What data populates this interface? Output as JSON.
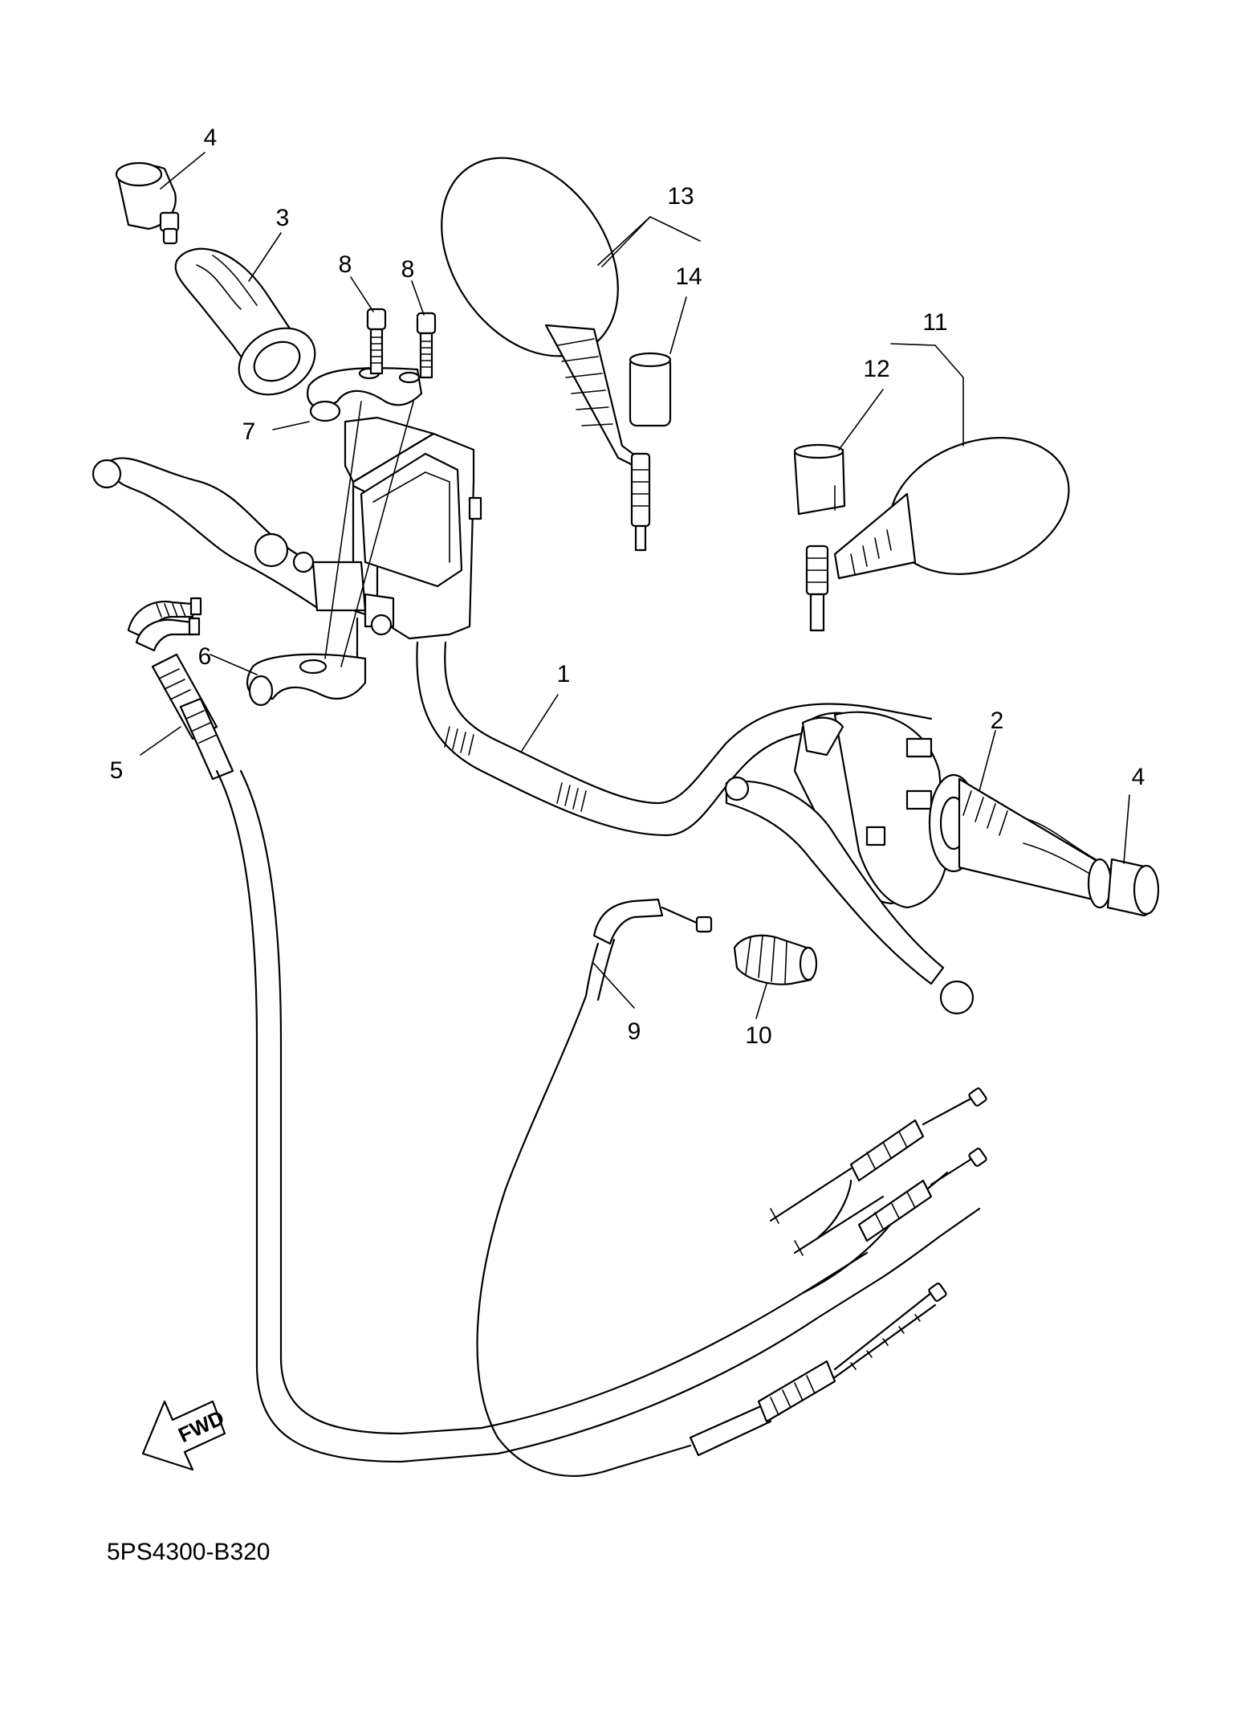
{
  "diagram_code": "5PS4300-B320",
  "fwd_label": "FWD",
  "callouts": [
    {
      "id": "c1",
      "text": "1"
    },
    {
      "id": "c2",
      "text": "2"
    },
    {
      "id": "c3",
      "text": "3"
    },
    {
      "id": "c4a",
      "text": "4"
    },
    {
      "id": "c4b",
      "text": "4"
    },
    {
      "id": "c5",
      "text": "5"
    },
    {
      "id": "c6",
      "text": "6"
    },
    {
      "id": "c7",
      "text": "7"
    },
    {
      "id": "c8a",
      "text": "8"
    },
    {
      "id": "c8b",
      "text": "8"
    },
    {
      "id": "c9",
      "text": "9"
    },
    {
      "id": "c10",
      "text": "10"
    },
    {
      "id": "c11",
      "text": "11"
    },
    {
      "id": "c12",
      "text": "12"
    },
    {
      "id": "c13",
      "text": "13"
    },
    {
      "id": "c14",
      "text": "14"
    }
  ]
}
